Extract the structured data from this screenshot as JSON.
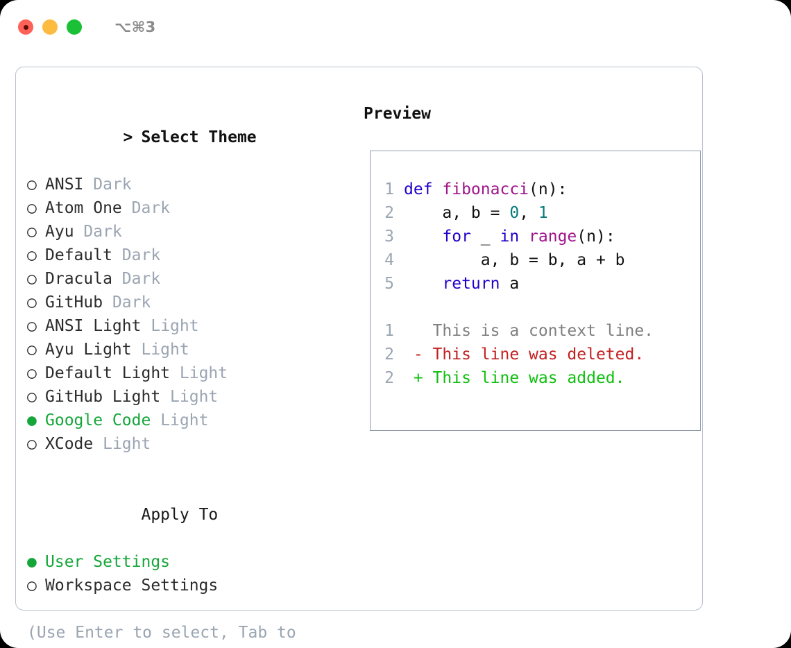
{
  "window": {
    "traffic_lights": [
      "close",
      "minimize",
      "maximize"
    ],
    "shortcut": "⌥⌘3"
  },
  "theme_picker": {
    "title": "Select Theme",
    "title_marker": ">",
    "marker_selected": "●",
    "marker_unselected": "○",
    "items": [
      {
        "label": "ANSI",
        "tag": "Dark",
        "selected": false
      },
      {
        "label": "Atom One",
        "tag": "Dark",
        "selected": false
      },
      {
        "label": "Ayu",
        "tag": "Dark",
        "selected": false
      },
      {
        "label": "Default",
        "tag": "Dark",
        "selected": false
      },
      {
        "label": "Dracula",
        "tag": "Dark",
        "selected": false
      },
      {
        "label": "GitHub",
        "tag": "Dark",
        "selected": false
      },
      {
        "label": "ANSI Light",
        "tag": "Light",
        "selected": false
      },
      {
        "label": "Ayu Light",
        "tag": "Light",
        "selected": false
      },
      {
        "label": "Default Light",
        "tag": "Light",
        "selected": false
      },
      {
        "label": "GitHub Light",
        "tag": "Light",
        "selected": false
      },
      {
        "label": "Google Code",
        "tag": "Light",
        "selected": true
      },
      {
        "label": "XCode",
        "tag": "Light",
        "selected": false
      }
    ]
  },
  "apply_to": {
    "title": "Apply To",
    "items": [
      {
        "label": "User Settings",
        "selected": true
      },
      {
        "label": "Workspace Settings",
        "selected": false
      }
    ]
  },
  "hint": "(Use Enter to select, Tab to change focus)",
  "preview": {
    "title": "Preview",
    "code_lines": [
      {
        "no": "1",
        "tokens": [
          {
            "t": "def ",
            "c": "kw"
          },
          {
            "t": "fibonacci",
            "c": "fn"
          },
          {
            "t": "(n):",
            "c": "pl"
          }
        ]
      },
      {
        "no": "2",
        "tokens": [
          {
            "t": "    a, b = ",
            "c": "pl"
          },
          {
            "t": "0",
            "c": "num"
          },
          {
            "t": ", ",
            "c": "pl"
          },
          {
            "t": "1",
            "c": "num"
          }
        ]
      },
      {
        "no": "3",
        "tokens": [
          {
            "t": "    ",
            "c": "pl"
          },
          {
            "t": "for",
            "c": "kw"
          },
          {
            "t": " _ ",
            "c": "pl"
          },
          {
            "t": "in",
            "c": "kw"
          },
          {
            "t": " ",
            "c": "pl"
          },
          {
            "t": "range",
            "c": "fn"
          },
          {
            "t": "(n):",
            "c": "pl"
          }
        ]
      },
      {
        "no": "4",
        "tokens": [
          {
            "t": "        a, b = b, a + b",
            "c": "pl"
          }
        ]
      },
      {
        "no": "5",
        "tokens": [
          {
            "t": "    ",
            "c": "pl"
          },
          {
            "t": "return",
            "c": "kw"
          },
          {
            "t": " a",
            "c": "pl"
          }
        ]
      }
    ],
    "diff_lines": [
      {
        "no": "1",
        "sign": " ",
        "text": "This is a context line.",
        "kind": "ctx"
      },
      {
        "no": "2",
        "sign": "-",
        "text": "This line was deleted.",
        "kind": "del"
      },
      {
        "no": "2",
        "sign": "+",
        "text": "This line was added.",
        "kind": "add"
      }
    ]
  },
  "colors": {
    "accent_green": "#15a63a",
    "muted": "#9aa5b2",
    "panel_border": "#b9c2cd",
    "preview_border": "#8f9ba9",
    "kw": "#2000c8",
    "fn": "#a0148c",
    "num": "#067a7a",
    "diff_del": "#c32020",
    "diff_add": "#0fc00f",
    "diff_ctx": "#808080"
  }
}
